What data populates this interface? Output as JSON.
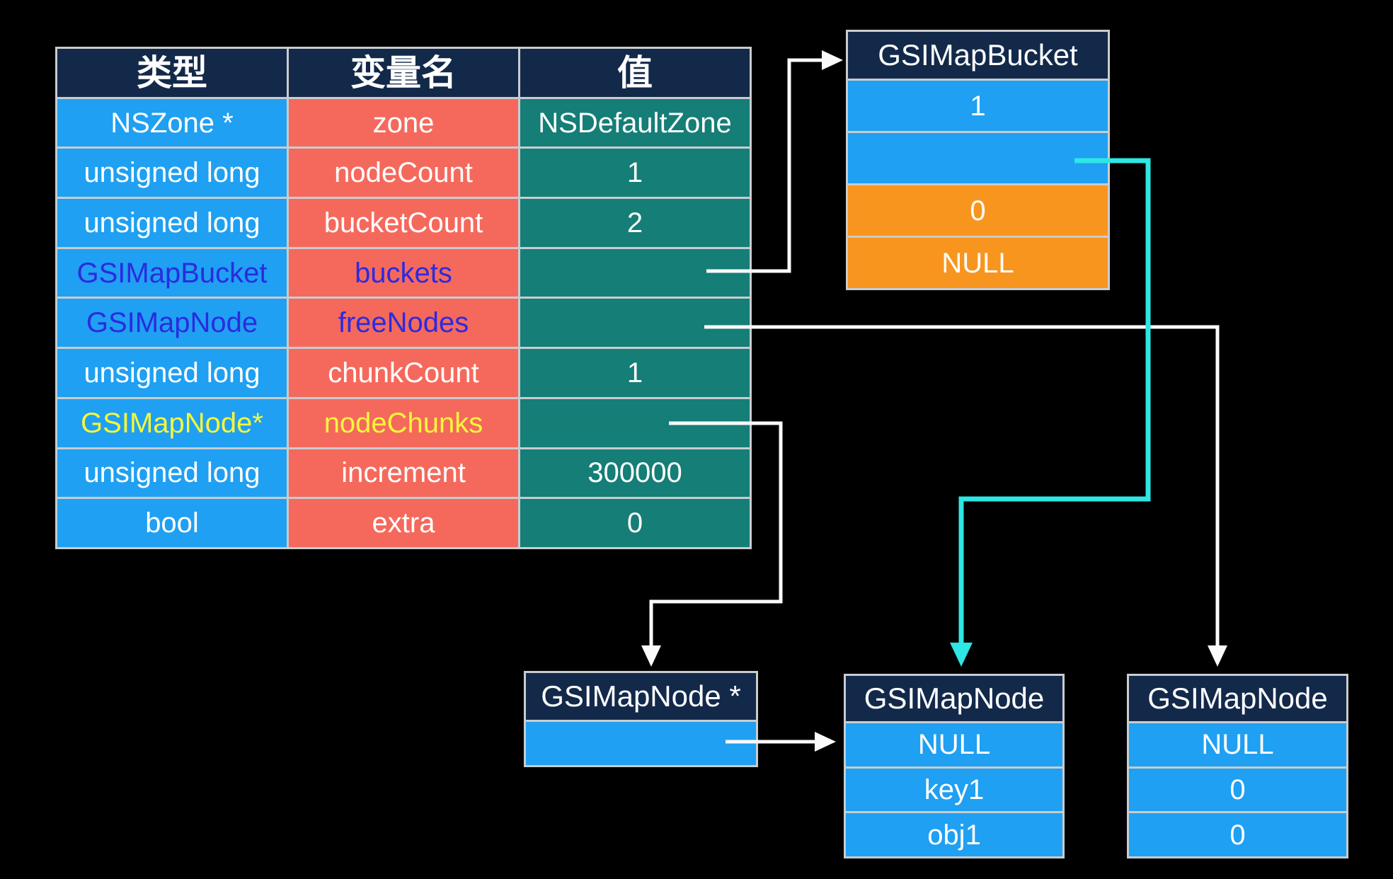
{
  "palette": {
    "background": "#000000",
    "header_navy": "#13294A",
    "cell_blue": "#1FA0F2",
    "cell_salmon": "#F5695C",
    "cell_teal": "#147E77",
    "cell_orange": "#F8951F",
    "border_grey": "#C9CCCF",
    "arrow_white": "#FAFAFA",
    "arrow_cyan": "#2EE6E3",
    "text_blue": "#2B2BE0",
    "text_yellow": "#F6F63B"
  },
  "main_table": {
    "headers": {
      "type": "类型",
      "name": "变量名",
      "value": "值"
    },
    "rows": [
      {
        "type": "NSZone *",
        "name": "zone",
        "value": "NSDefaultZone"
      },
      {
        "type": "unsigned long",
        "name": "nodeCount",
        "value": "1"
      },
      {
        "type": "unsigned long",
        "name": "bucketCount",
        "value": "2"
      },
      {
        "type": "GSIMapBucket",
        "name": "buckets",
        "value": ""
      },
      {
        "type": "GSIMapNode",
        "name": "freeNodes",
        "value": ""
      },
      {
        "type": "unsigned long",
        "name": "chunkCount",
        "value": "1"
      },
      {
        "type": "GSIMapNode*",
        "name": "nodeChunks",
        "value": ""
      },
      {
        "type": "unsigned long",
        "name": "increment",
        "value": "300000"
      },
      {
        "type": "bool",
        "name": "extra",
        "value": "0"
      }
    ]
  },
  "bucket_box": {
    "title": "GSIMapBucket",
    "cells": [
      "1",
      "",
      "0",
      "NULL"
    ]
  },
  "node_ptr_box": {
    "title": "GSIMapNode *",
    "cells": [
      ""
    ]
  },
  "node_box_mid": {
    "title": "GSIMapNode",
    "cells": [
      "NULL",
      "key1",
      "obj1"
    ]
  },
  "node_box_right": {
    "title": "GSIMapNode",
    "cells": [
      "NULL",
      "0",
      "0"
    ]
  }
}
